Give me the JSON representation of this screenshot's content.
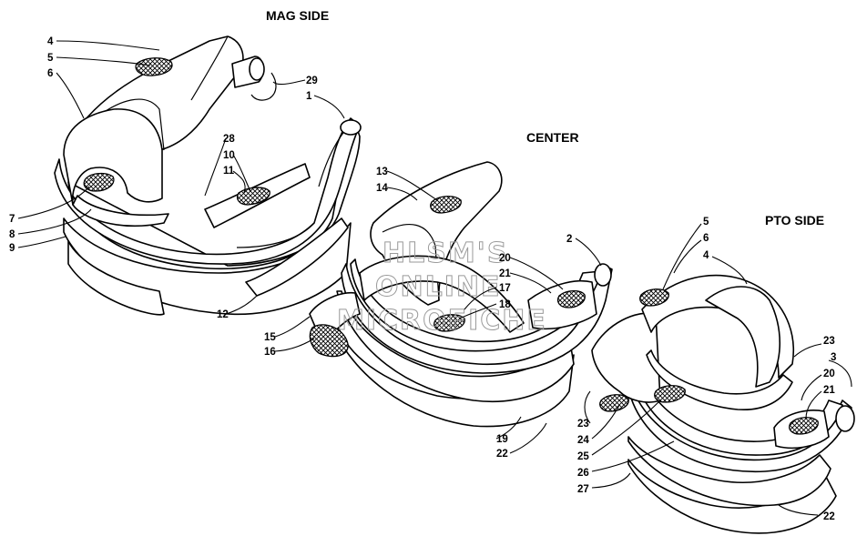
{
  "sections": {
    "mag": "MAG SIDE",
    "center": "CENTER",
    "pto": "PTO SIDE"
  },
  "watermark": {
    "line1": "HLSM'S",
    "line2": "ONLINE",
    "line3": "MICROFICHE"
  },
  "callouts": {
    "mag": [
      "4",
      "5",
      "6",
      "29",
      "1",
      "28",
      "10",
      "11",
      "7",
      "8",
      "9",
      "12"
    ],
    "center": [
      "13",
      "14",
      "2",
      "20",
      "21",
      "17",
      "18",
      "15",
      "16",
      "19",
      "22"
    ],
    "pto": [
      "5",
      "6",
      "4",
      "23",
      "3",
      "20",
      "21",
      "23",
      "24",
      "25",
      "26",
      "27",
      "22"
    ]
  }
}
